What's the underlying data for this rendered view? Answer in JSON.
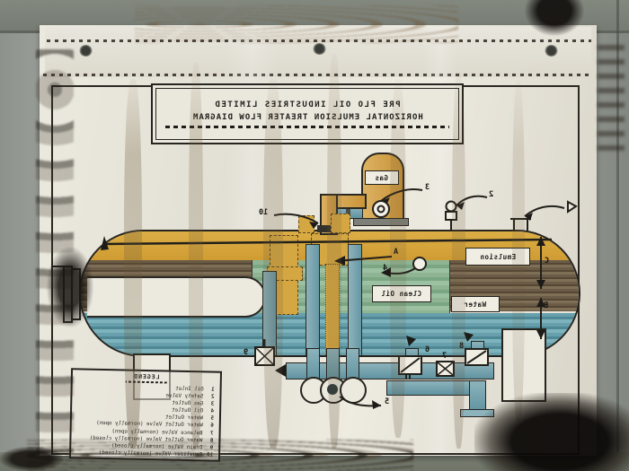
{
  "poster": {
    "orientation_note": "mirrored print",
    "title_block": {
      "company": "PRE FLO OIL INDUSTRIES LIMITED",
      "title": "HORIZONTAL EMULSION TREATER FLOW DIAGRAM"
    },
    "labels": {
      "gas": "Gas",
      "emulsion": "Emulsion",
      "clean_oil": "Clean Oil",
      "water": "Water"
    },
    "markers": {
      "equalizer_valve": "10",
      "safety_valve": "2",
      "gas_outlet": "3",
      "oil_level": "A",
      "oil_outlet": "4",
      "water_outlet": "5",
      "water_outlet_valve": "6",
      "balance_valve": "7",
      "water_outlet_valve2": "8",
      "drain_valve": "9",
      "dim_emulsion": "C",
      "dim_water": "B"
    },
    "legend": {
      "title": "LEGEND",
      "items": [
        {
          "num": "1",
          "label": "Oil Inlet"
        },
        {
          "num": "2",
          "label": "Safety Valve"
        },
        {
          "num": "3",
          "label": "Gas Outlet"
        },
        {
          "num": "4",
          "label": "Oil Outlet"
        },
        {
          "num": "5",
          "label": "Water Outlet"
        },
        {
          "num": "6",
          "label": "Water Outlet Valve (normally open)"
        },
        {
          "num": "7",
          "label": "Balance Valve (normally open)"
        },
        {
          "num": "8",
          "label": "Water Outlet Valve (normally closed)"
        },
        {
          "num": "9",
          "label": "Drain Valve (normally closed)"
        },
        {
          "num": "10",
          "label": "Equalizer Valve (normally closed)"
        }
      ]
    }
  },
  "colors": {
    "wall_gray": "#8a8e88",
    "paper": "#e9e6dc",
    "gas_band_yellow": "#d5a742",
    "emulsion_brown": "#6b5c48",
    "water_teal": "#5e96a3",
    "clean_oil_green": "#8ab091",
    "gas_tank_tan": "#d3a050",
    "pipe_blue": "#7fa9b4",
    "ink": "#26241f"
  }
}
